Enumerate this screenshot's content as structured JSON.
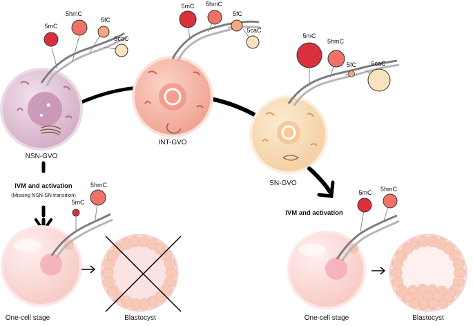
{
  "labels": {
    "nsn": "NSN-GVO",
    "int": "INT-GVO",
    "sn": "SN-GVO",
    "ivm_left_title": "IVM and activation",
    "ivm_left_sub": "(Missing NSN-SN transition)",
    "ivm_right_title": "IVM and activation",
    "one_cell_left": "One-cell stage",
    "blastocyst_left": "Blastocyst",
    "one_cell_right": "One-cell stage",
    "blastocyst_right": "Blastocyst"
  },
  "marks": {
    "m5mC": "5mC",
    "m5hmC": "5hmC",
    "m5fC": "5fC",
    "m5caC": "5caC"
  },
  "colors": {
    "m5mC": "#d9303c",
    "m5hmC": "#f07168",
    "m5fC": "#f5a880",
    "m5caC": "#fae2bd",
    "nsn_cell": "#e3c2d6",
    "int_cell": "#f7b6a5",
    "sn_cell": "#f7dbb5",
    "embryo_cell": "#fbd7d4",
    "blastomere": "#f8c8b8"
  },
  "failed_blastocyst": true
}
